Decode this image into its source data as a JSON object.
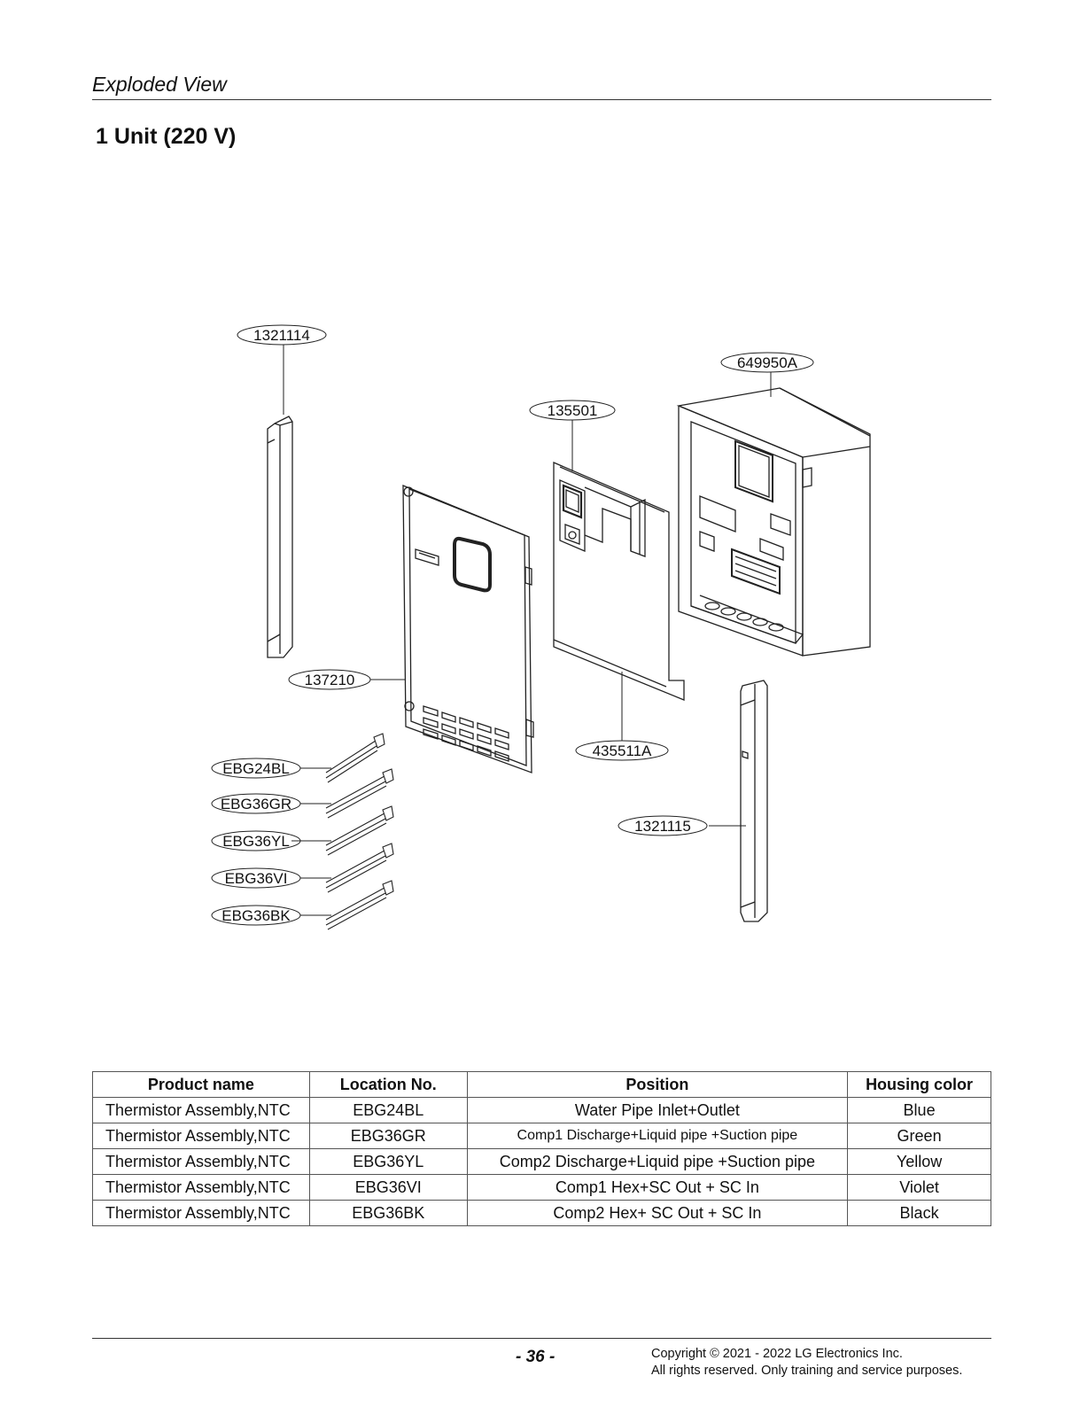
{
  "header": {
    "section": "Exploded View",
    "title": "1 Unit (220 V)"
  },
  "diagram": {
    "callouts": [
      "1321114",
      "649950A",
      "135501",
      "137210",
      "435511A",
      "1321115",
      "EBG24BL",
      "EBG36GR",
      "EBG36YL",
      "EBG36VI",
      "EBG36BK"
    ]
  },
  "table": {
    "headers": [
      "Product name",
      "Location No.",
      "Position",
      "Housing color"
    ],
    "rows": [
      [
        "Thermistor Assembly,NTC",
        "EBG24BL",
        "Water Pipe Inlet+Outlet",
        "Blue"
      ],
      [
        "Thermistor Assembly,NTC",
        "EBG36GR",
        "Comp1 Discharge+Liquid pipe +Suction pipe",
        "Green"
      ],
      [
        "Thermistor Assembly,NTC",
        "EBG36YL",
        "Comp2 Discharge+Liquid pipe +Suction pipe",
        "Yellow"
      ],
      [
        "Thermistor Assembly,NTC",
        "EBG36VI",
        "Comp1 Hex+SC Out + SC In",
        "Violet"
      ],
      [
        "Thermistor Assembly,NTC",
        "EBG36BK",
        "Comp2 Hex+ SC Out + SC In",
        "Black"
      ]
    ]
  },
  "footer": {
    "page": "- 36 -",
    "copyright_line1": "Copyright © 2021 - 2022 LG Electronics Inc.",
    "copyright_line2": "All rights reserved. Only training and service purposes."
  }
}
